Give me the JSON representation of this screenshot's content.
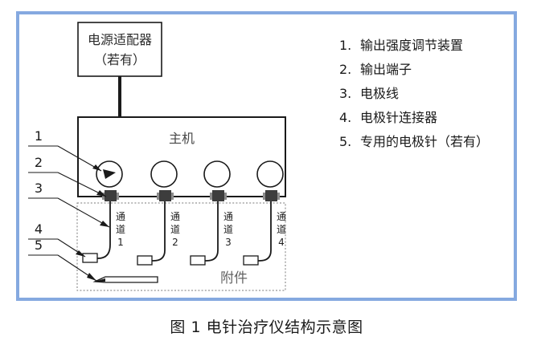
{
  "figure": {
    "caption": "图 1  电针治疗仪结构示意图",
    "frame_color": "#85a9e0"
  },
  "diagram": {
    "power_adapter": {
      "line1": "电源适配器",
      "line2": "（若有）"
    },
    "main_unit": {
      "label": "主机",
      "knob_count": 4,
      "terminal_count": 4
    },
    "accessory_box": {
      "label": "附件"
    },
    "channels": [
      {
        "line1": "通",
        "line2": "道",
        "line3": "1"
      },
      {
        "line1": "通",
        "line2": "道",
        "line3": "2"
      },
      {
        "line1": "通",
        "line2": "道",
        "line3": "3"
      },
      {
        "line1": "通",
        "line2": "道",
        "line3": "4"
      }
    ],
    "callouts": [
      {
        "number": "1"
      },
      {
        "number": "2"
      },
      {
        "number": "3"
      },
      {
        "number": "4"
      },
      {
        "number": "5"
      }
    ]
  },
  "legend": {
    "items": [
      {
        "number": "1.",
        "text": "输出强度调节装置"
      },
      {
        "number": "2.",
        "text": "输出端子"
      },
      {
        "number": "3.",
        "text": "电极线"
      },
      {
        "number": "4.",
        "text": "电极针连接器"
      },
      {
        "number": "5.",
        "text": "专用的电极针（若有）"
      }
    ]
  }
}
